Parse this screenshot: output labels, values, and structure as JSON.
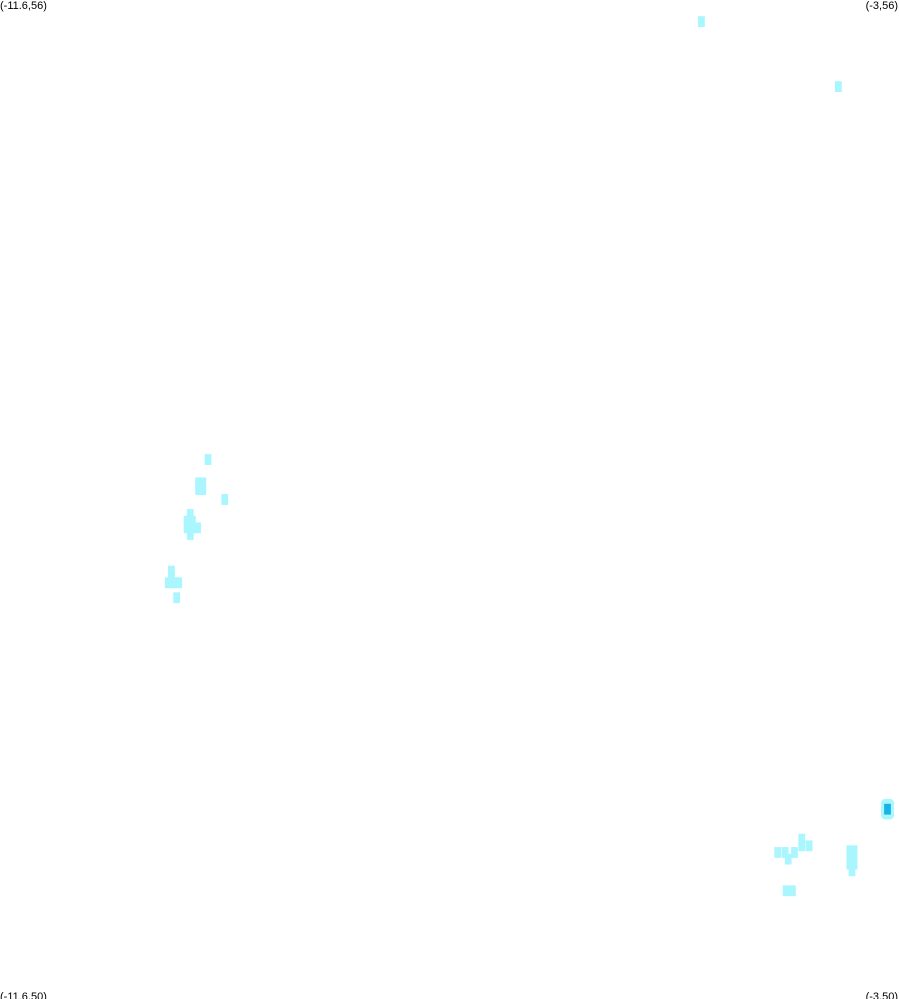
{
  "map": {
    "corner_labels": {
      "top_left": "(-11.6,56)",
      "top_right": "(-3,56)",
      "bottom_left": "(-11.6,50)",
      "bottom_right": "(-3,50)"
    },
    "extent": {
      "lon_min": -11.6,
      "lon_max": -3,
      "lat_min": 50,
      "lat_max": 56
    },
    "colors": {
      "background": "#ffffff",
      "low_density": "#aaf6ff",
      "high_density": "#19b4e6"
    },
    "cell_size_deg": 0.065,
    "density_cells": [
      {
        "lon": -4.89,
        "lat": 55.87,
        "level": 1
      },
      {
        "lon": -3.58,
        "lat": 55.48,
        "level": 1
      },
      {
        "lon": -9.61,
        "lat": 53.24,
        "level": 1
      },
      {
        "lon": -9.66,
        "lat": 53.1,
        "level": 1
      },
      {
        "lon": -9.7,
        "lat": 53.1,
        "level": 1
      },
      {
        "lon": -9.66,
        "lat": 53.06,
        "level": 1
      },
      {
        "lon": -9.7,
        "lat": 53.06,
        "level": 1
      },
      {
        "lon": -9.45,
        "lat": 53.0,
        "level": 1
      },
      {
        "lon": -9.78,
        "lat": 52.91,
        "level": 1
      },
      {
        "lon": -9.81,
        "lat": 52.87,
        "level": 1
      },
      {
        "lon": -9.76,
        "lat": 52.87,
        "level": 1
      },
      {
        "lon": -9.81,
        "lat": 52.83,
        "level": 1
      },
      {
        "lon": -9.76,
        "lat": 52.83,
        "level": 1
      },
      {
        "lon": -9.71,
        "lat": 52.83,
        "level": 1
      },
      {
        "lon": -9.78,
        "lat": 52.79,
        "level": 1
      },
      {
        "lon": -9.96,
        "lat": 52.57,
        "level": 1
      },
      {
        "lon": -9.96,
        "lat": 52.53,
        "level": 1
      },
      {
        "lon": -9.99,
        "lat": 52.5,
        "level": 1
      },
      {
        "lon": -9.94,
        "lat": 52.5,
        "level": 1
      },
      {
        "lon": -9.89,
        "lat": 52.5,
        "level": 1
      },
      {
        "lon": -9.91,
        "lat": 52.41,
        "level": 1
      },
      {
        "lon": -3.11,
        "lat": 51.14,
        "level": 2
      },
      {
        "lon": -3.93,
        "lat": 50.96,
        "level": 1
      },
      {
        "lon": -3.86,
        "lat": 50.92,
        "level": 1
      },
      {
        "lon": -3.93,
        "lat": 50.92,
        "level": 1
      },
      {
        "lon": -4.0,
        "lat": 50.88,
        "level": 1
      },
      {
        "lon": -4.09,
        "lat": 50.88,
        "level": 1
      },
      {
        "lon": -4.16,
        "lat": 50.88,
        "level": 1
      },
      {
        "lon": -4.06,
        "lat": 50.84,
        "level": 1
      },
      {
        "lon": -3.47,
        "lat": 50.89,
        "level": 1
      },
      {
        "lon": -3.43,
        "lat": 50.89,
        "level": 1
      },
      {
        "lon": -3.47,
        "lat": 50.85,
        "level": 1
      },
      {
        "lon": -3.43,
        "lat": 50.85,
        "level": 1
      },
      {
        "lon": -3.47,
        "lat": 50.81,
        "level": 1
      },
      {
        "lon": -3.43,
        "lat": 50.81,
        "level": 1
      },
      {
        "lon": -3.45,
        "lat": 50.77,
        "level": 1
      },
      {
        "lon": -4.02,
        "lat": 50.65,
        "level": 1
      },
      {
        "lon": -4.08,
        "lat": 50.65,
        "level": 1
      }
    ]
  }
}
